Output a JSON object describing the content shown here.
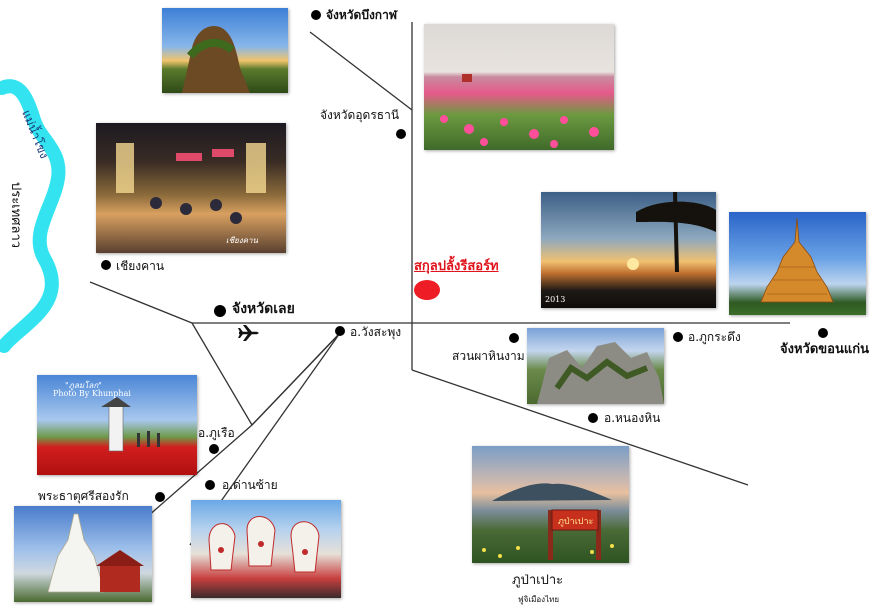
{
  "map": {
    "resort_label": "สกุลปลั้งรีสอร์ท",
    "river_label": "แม่น้ำโขง",
    "country_label": "ประเทศลาว",
    "places": [
      {
        "id": "bueng-kan",
        "label": "จังหวัดบึงกาฬ"
      },
      {
        "id": "udon-thani",
        "label": "จังหวัดอุดรธานี"
      },
      {
        "id": "chiang-khan",
        "label": "เชียงคาน"
      },
      {
        "id": "loei",
        "label": "จังหวัดเลย"
      },
      {
        "id": "wang-saphung",
        "label": "อ.วังสะพุง"
      },
      {
        "id": "suan-pha-hin-ngam",
        "label": "สวนผาหินงาม"
      },
      {
        "id": "phu-kradueng",
        "label": "อ.ภูกระดึง"
      },
      {
        "id": "khon-kaen",
        "label": "จังหวัดขอนแก่น"
      },
      {
        "id": "nong-hin",
        "label": "อ.หนองหิน"
      },
      {
        "id": "phu-ruea",
        "label": "อ.ภูเรือ"
      },
      {
        "id": "dan-sai",
        "label": "อ.ด่านซ้าย"
      },
      {
        "id": "phra-that-si-song-rak",
        "label": "พระธาตุศรีสองรัก"
      },
      {
        "id": "phu-pa-po",
        "label": "ภูป่าเปาะ"
      }
    ],
    "phu_pa_po_caption": "ฟูจิเมืองไทย",
    "photo_captions": {
      "chiang_khan_photo": "เชียงคาน",
      "sunrise_photo": "2013",
      "phu_ruea_photo_line1": "\"ภูลมโลก\"",
      "phu_ruea_photo_line2": "Photo By Khunphai",
      "phu_pa_po_sign": "ภูป่าเปาะ"
    },
    "colors": {
      "river": "#33e4f0",
      "road": "#333333",
      "resort_marker": "#ee1c24",
      "dot": "#000000"
    }
  }
}
